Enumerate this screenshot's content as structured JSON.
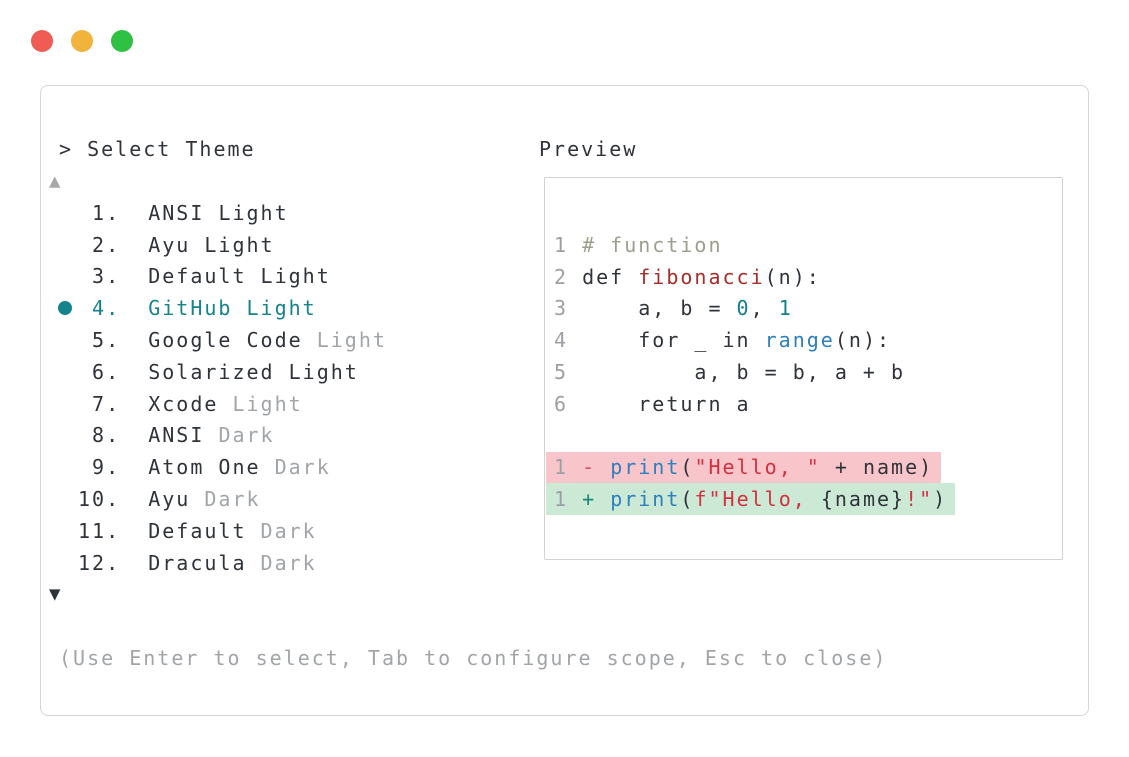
{
  "window": {
    "controls": [
      {
        "name": "close-button",
        "color": "#f05c54"
      },
      {
        "name": "minimize-button",
        "color": "#f2b33c"
      },
      {
        "name": "zoom-button",
        "color": "#2ec144"
      }
    ]
  },
  "picker": {
    "prompt_marker": ">",
    "prompt_label": "Select Theme",
    "scroll_up_symbol": "▲",
    "scroll_down_symbol": "▼",
    "items": [
      {
        "number": "1",
        "name": "ANSI",
        "variant": "Light",
        "variant_dimmed": false,
        "selected": false
      },
      {
        "number": "2",
        "name": "Ayu",
        "variant": "Light",
        "variant_dimmed": false,
        "selected": false
      },
      {
        "number": "3",
        "name": "Default",
        "variant": "Light",
        "variant_dimmed": false,
        "selected": false
      },
      {
        "number": "4",
        "name": "GitHub",
        "variant": "Light",
        "variant_dimmed": false,
        "selected": true
      },
      {
        "number": "5",
        "name": "Google Code",
        "variant": "Light",
        "variant_dimmed": true,
        "selected": false
      },
      {
        "number": "6",
        "name": "Solarized",
        "variant": "Light",
        "variant_dimmed": false,
        "selected": false
      },
      {
        "number": "7",
        "name": "Xcode",
        "variant": "Light",
        "variant_dimmed": true,
        "selected": false
      },
      {
        "number": "8",
        "name": "ANSI",
        "variant": "Dark",
        "variant_dimmed": true,
        "selected": false
      },
      {
        "number": "9",
        "name": "Atom One",
        "variant": "Dark",
        "variant_dimmed": true,
        "selected": false
      },
      {
        "number": "10",
        "name": "Ayu",
        "variant": "Dark",
        "variant_dimmed": true,
        "selected": false
      },
      {
        "number": "11",
        "name": "Default",
        "variant": "Dark",
        "variant_dimmed": true,
        "selected": false
      },
      {
        "number": "12",
        "name": "Dracula",
        "variant": "Dark",
        "variant_dimmed": true,
        "selected": false
      }
    ]
  },
  "preview": {
    "label": "Preview",
    "code_lines": [
      {
        "number": "1",
        "segments": [
          {
            "text": "# function",
            "token": "comment"
          }
        ]
      },
      {
        "number": "2",
        "segments": [
          {
            "text": "def ",
            "token": "text"
          },
          {
            "text": "fibonacci",
            "token": "function_name"
          },
          {
            "text": "(n):",
            "token": "text"
          }
        ]
      },
      {
        "number": "3",
        "segments": [
          {
            "text": "    a, b = ",
            "token": "text"
          },
          {
            "text": "0",
            "token": "number_literal"
          },
          {
            "text": ", ",
            "token": "text"
          },
          {
            "text": "1",
            "token": "number_literal"
          }
        ]
      },
      {
        "number": "4",
        "segments": [
          {
            "text": "    for _ in ",
            "token": "text"
          },
          {
            "text": "range",
            "token": "call"
          },
          {
            "text": "(n):",
            "token": "text"
          }
        ]
      },
      {
        "number": "5",
        "segments": [
          {
            "text": "        a, b = b, a + b",
            "token": "text"
          }
        ]
      },
      {
        "number": "6",
        "segments": [
          {
            "text": "    return a",
            "token": "text"
          }
        ]
      },
      {
        "blank": true
      },
      {
        "number": "1",
        "diff": "del",
        "segments": [
          {
            "text": "- ",
            "token": "diff_minus"
          },
          {
            "text": "print",
            "token": "call"
          },
          {
            "text": "(",
            "token": "text"
          },
          {
            "text": "\"Hello, \"",
            "token": "string"
          },
          {
            "text": " + name)",
            "token": "text"
          }
        ]
      },
      {
        "number": "1",
        "diff": "add",
        "segments": [
          {
            "text": "+ ",
            "token": "diff_plus"
          },
          {
            "text": "print",
            "token": "call"
          },
          {
            "text": "(",
            "token": "text"
          },
          {
            "text": "f\"Hello, ",
            "token": "string"
          },
          {
            "text": "{name}",
            "token": "text"
          },
          {
            "text": "!\"",
            "token": "string"
          },
          {
            "text": ")",
            "token": "text"
          }
        ]
      }
    ]
  },
  "footer": {
    "hint": "(Use Enter to select, Tab to configure scope, Esc to close)"
  },
  "colors": {
    "text": "#2f343a",
    "dim": "#a2a5a8",
    "accent_teal": "#15838c",
    "panel_border": "#d6d6d6",
    "box_border": "#d2d2d2",
    "line_number": "#9ba0a4",
    "scroll_up": "#a9a9a9",
    "comment": "#9aa08c",
    "function_name": "#a82c2c",
    "number_literal": "#11808a",
    "call": "#2d80bd",
    "string": "#d2313f",
    "diff_minus": "#d94f63",
    "diff_plus": "#18897c",
    "diff_del_bg": "#f8c6ca",
    "diff_add_bg": "#cce9d6"
  }
}
